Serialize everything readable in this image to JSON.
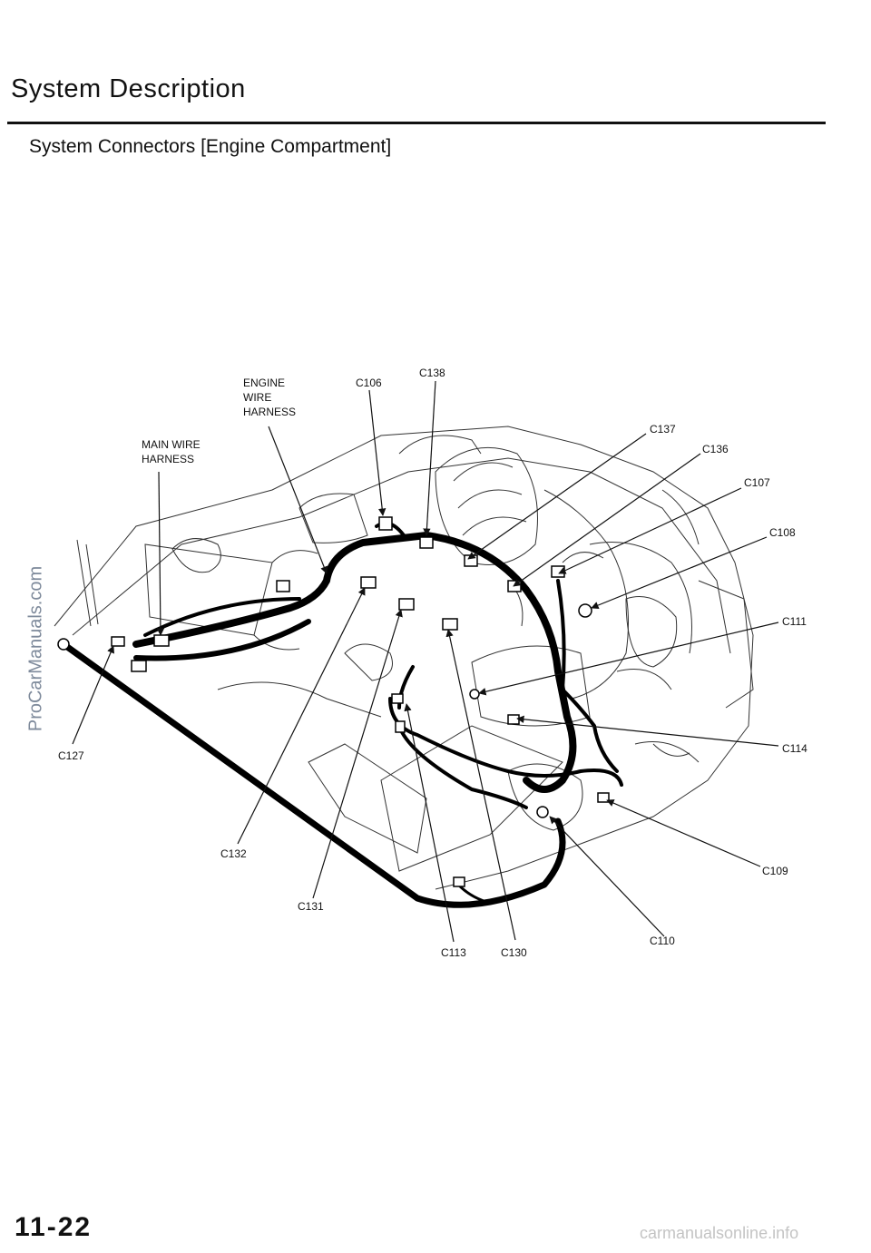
{
  "header": {
    "title": "System Description",
    "subtitle": "System Connectors [Engine Compartment]"
  },
  "watermark": "ProCarManuals.com",
  "footer": {
    "page_number": "11-22",
    "site": "carmanualsonline.info"
  },
  "diagram": {
    "harness_labels": {
      "engine_wire_harness": [
        "ENGINE",
        "WIRE",
        "HARNESS"
      ],
      "main_wire_harness": [
        "MAIN WIRE",
        "HARNESS"
      ]
    },
    "connectors": {
      "c106": "C106",
      "c138": "C138",
      "c137": "C137",
      "c136": "C136",
      "c107": "C107",
      "c108": "C108",
      "c111": "C111",
      "c114": "C114",
      "c109": "C109",
      "c110": "C110",
      "c127": "C127",
      "c132": "C132",
      "c131": "C131",
      "c113": "C113",
      "c130": "C130"
    }
  }
}
